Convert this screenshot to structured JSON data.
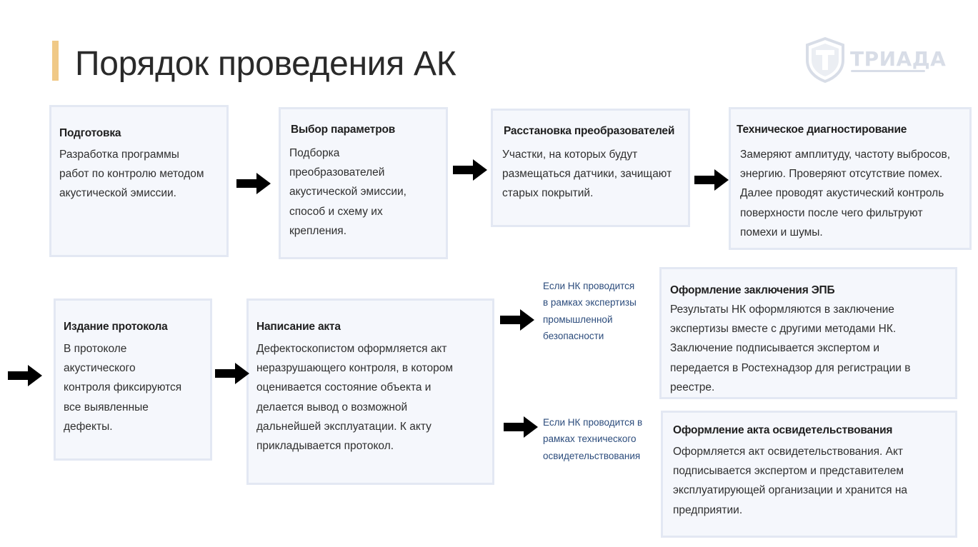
{
  "title": "Порядок проведения АК",
  "logo": {
    "text": "ТРИАДА",
    "icon": "shield-t-logo-icon"
  },
  "accent_color": "#f0c987",
  "cards": [
    {
      "title": "Подготовка",
      "text": "Разработка программы\nработ по контролю методом\nакустической эмиссии."
    },
    {
      "title": "Выбор параметров",
      "text": "Подборка\nпреобразователей\nакустической эмиссии,\nспособ и схему их\nкрепления."
    },
    {
      "title": "Расстановка преобразователей",
      "text": "Участки, на которых будут\nразмещаться датчики, зачищают\nстарых покрытий."
    },
    {
      "title": "Техническое диагностирование",
      "text": "Замеряют амплитуду, частоту выбросов,\nэнергию. Проверяют отсутствие помех.\nДалее проводят акустический контроль\nповерхности после чего фильтруют\nпомехи и шумы."
    },
    {
      "title": "Издание протокола",
      "text": "В протоколе\nакустического\nконтроля фиксируются\nвсе выявленные\nдефекты."
    },
    {
      "title": "Написание акта",
      "text": "Дефектоскопистом оформляется акт\nнеразрушающего контроля, в котором\nоценивается состояние объекта и\nделается вывод о возможной\nдальнейшей эксплуатации. К акту\nприкладывается протокол."
    },
    {
      "title": "Оформление заключения ЭПБ",
      "text": "Результаты НК оформляются в заключение\nэкспертизы вместе с другими методами НК.\nЗаключение подписывается экспертом и\nпередается в Ростехнадзор для регистрации в\nреестре."
    },
    {
      "title": "Оформление акта освидетельствования",
      "text": "Оформляется акт освидетельствования. Акт\nподписывается экспертом и представителем\nэксплуатирующей организации и хранится на\nпредприятии."
    }
  ],
  "notes": [
    "Если НК проводится\nв рамках экспертизы\nпромышленной\nбезопасности",
    "Если НК проводится в\nрамках технического\nосвидетельствования"
  ]
}
